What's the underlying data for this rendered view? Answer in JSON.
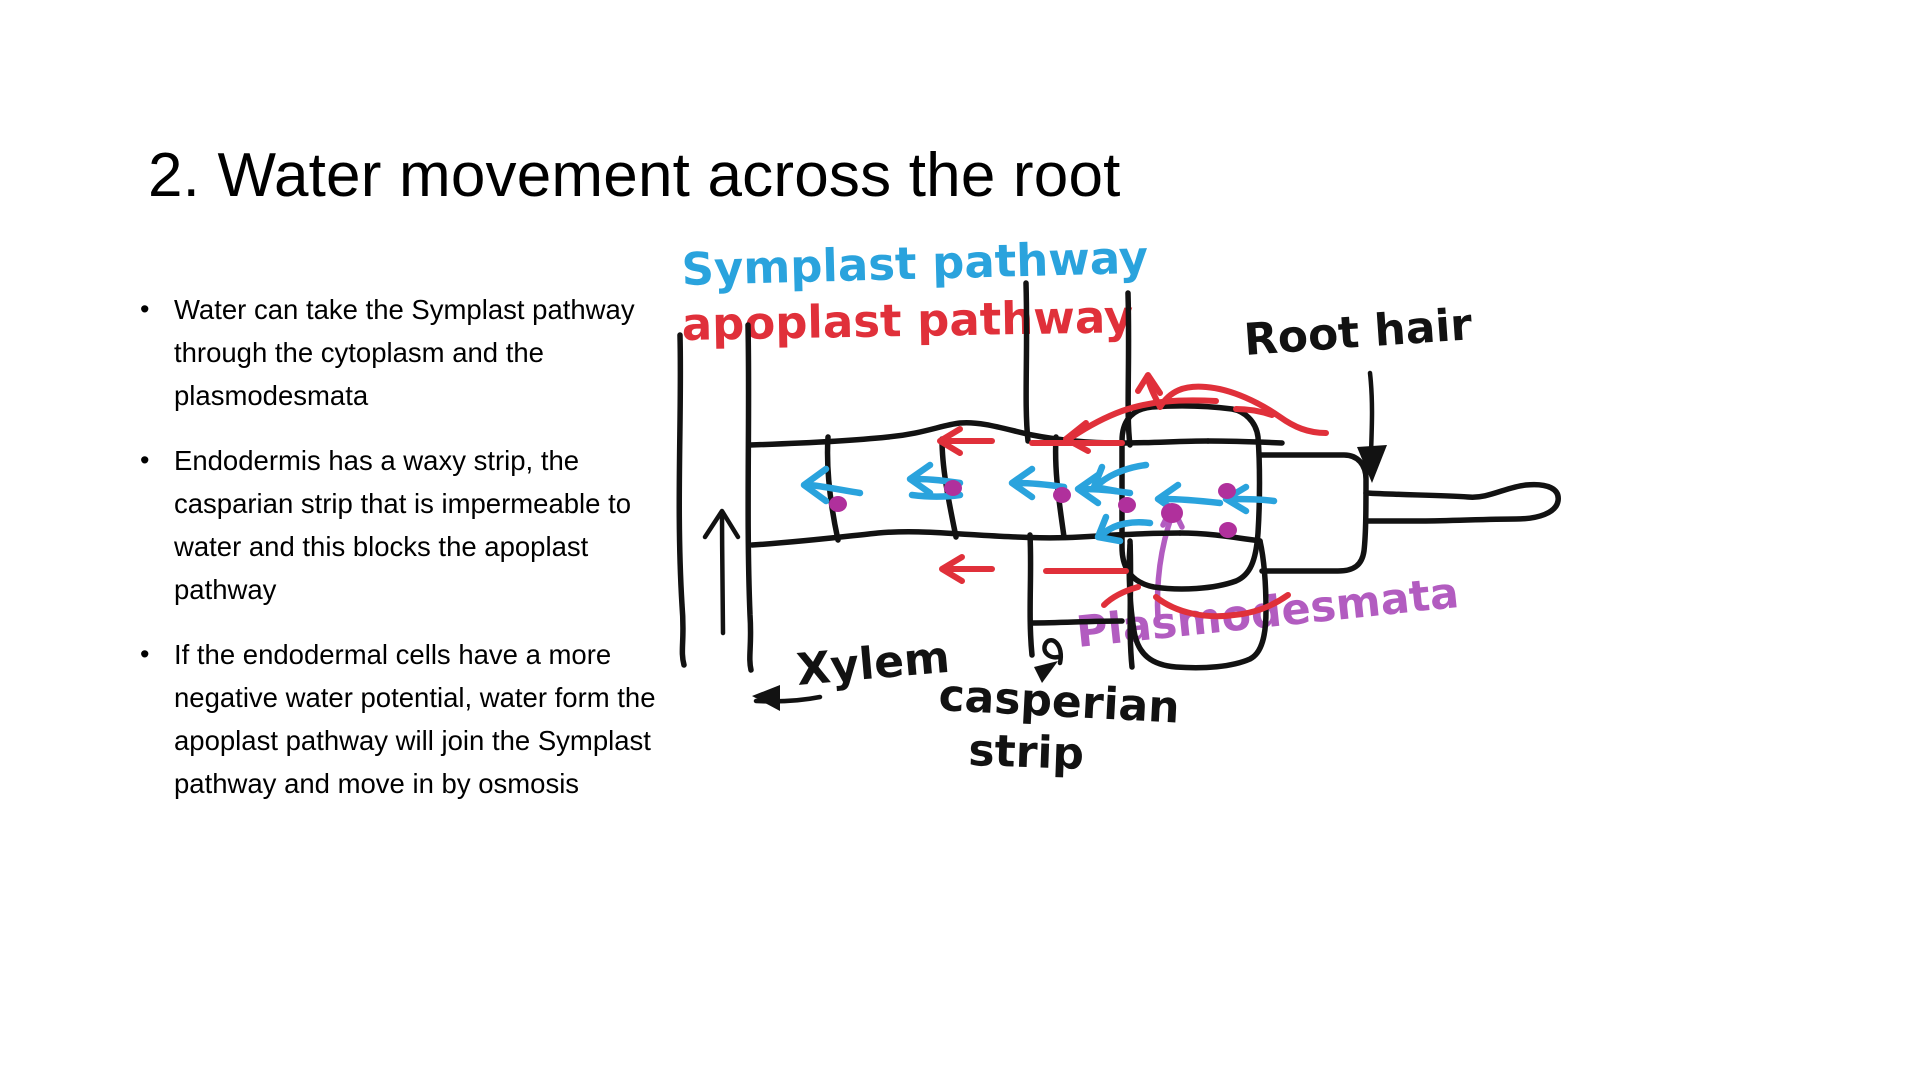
{
  "slide": {
    "title": "2. Water movement across the root",
    "bullet_marker": "•",
    "bullets": [
      "Water can take the Symplast pathway through the cytoplasm and the plasmodesmata",
      "Endodermis has a waxy strip, the casparian strip that is impermeable to water and this blocks the apoplast pathway",
      "If the endodermal cells have a more negative water potential, water form the apoplast pathway will join the Symplast pathway and move in by osmosis"
    ]
  },
  "diagram": {
    "name": "hand-drawn-root-cross-section",
    "labels": {
      "symplast_pathway": "Symplast pathway",
      "apoplast_pathway": "apoplast pathway",
      "root_hair": "Root hair",
      "plasmodesmata": "Plasmodesmata",
      "xylem": "Xylem",
      "casperian_strip_line1": "casperian",
      "casperian_strip_line2": "strip"
    },
    "colors": {
      "symplast_blue": "#29a3dc",
      "apoplast_red": "#e0303a",
      "plasmodesmata_purple": "#b25cc0",
      "ink_black": "#111111",
      "plasmodesmata_dot": "#b0309c"
    }
  }
}
